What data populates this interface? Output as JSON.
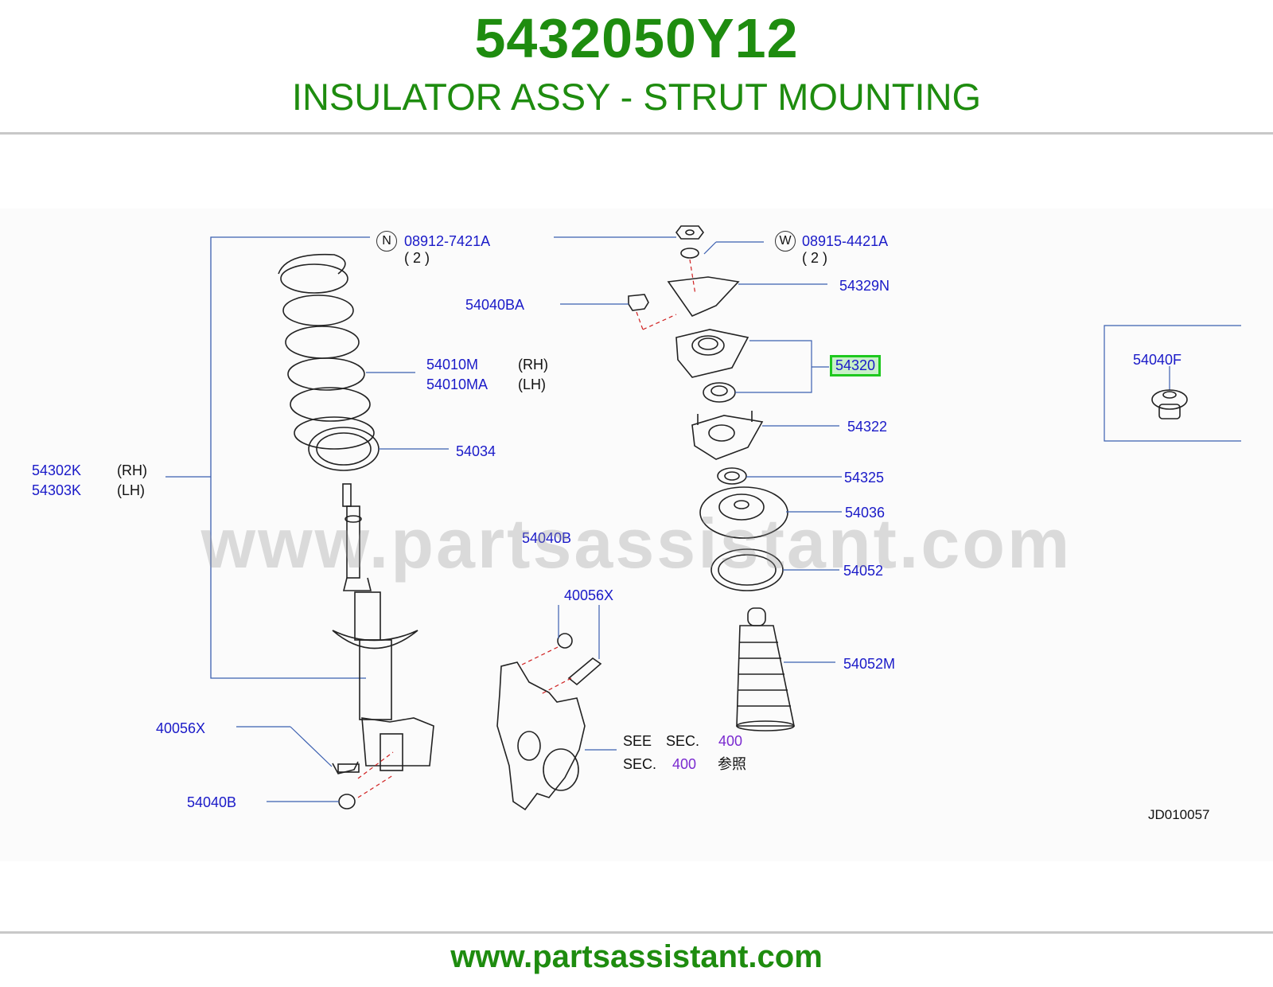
{
  "header": {
    "part_number": "5432050Y12",
    "part_title": "INSULATOR ASSY - STRUT MOUNTING"
  },
  "diagram": {
    "drawing_id": "JD010057",
    "watermark": "www.partsassistant.com",
    "labels": {
      "nut_symbol": "N",
      "nut_part": "08912-7421A",
      "nut_qty": "( 2 )",
      "washer_symbol": "W",
      "washer_part": "08915-4421A",
      "washer_qty": "( 2 )",
      "p54329N": "54329N",
      "p54040BA": "54040BA",
      "p54320": "54320",
      "p54040F": "54040F",
      "p54010M": "54010M",
      "p54010MA": "54010MA",
      "rh1": "(RH)",
      "lh1": "(LH)",
      "p54034": "54034",
      "p54322": "54322",
      "p54325": "54325",
      "p54036": "54036",
      "p54052": "54052",
      "p54052M": "54052M",
      "p54302K": "54302K",
      "p54303K": "54303K",
      "rh2": "(RH)",
      "lh2": "(LH)",
      "p54040B_mid": "54040B",
      "p40056X_mid": "40056X",
      "p40056X_left": "40056X",
      "p54040B_left": "54040B",
      "see_text": "SEE",
      "sec_text1": "SEC.",
      "sec_num1": "400",
      "sec_text2": "SEC.",
      "sec_num2": "400",
      "ref_jp": "参照"
    }
  },
  "footer": {
    "url": "www.partsassistant.com"
  },
  "colors": {
    "brand_green": "#1e8c0f",
    "label_blue": "#1a1ac8",
    "section_purple": "#7a2ad0",
    "highlight_green": "#1ec81e"
  }
}
